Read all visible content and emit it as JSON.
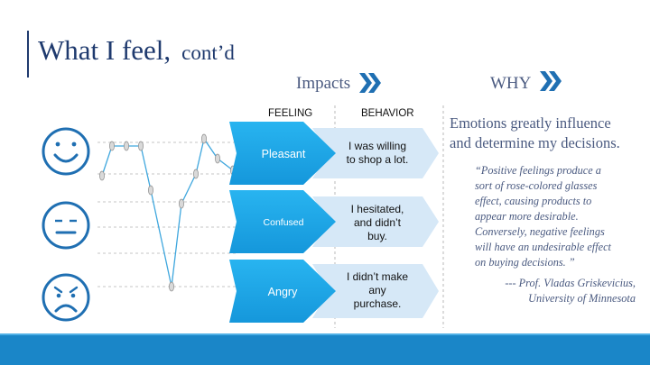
{
  "title": {
    "main": "What I feel,",
    "sub": "cont’d"
  },
  "headers": {
    "impacts": "Impacts",
    "why": "WHY"
  },
  "columns": {
    "feeling": "FEELING",
    "behavior": "BEHAVIOR"
  },
  "rows": [
    {
      "face": "happy-face-icon",
      "feeling": "Pleasant",
      "behavior": [
        "I was willing",
        "to shop a lot."
      ]
    },
    {
      "face": "neutral-face-icon",
      "feeling": "Confused",
      "behavior": [
        "I hesitated,",
        "and didn’t",
        "buy."
      ]
    },
    {
      "face": "angry-face-icon",
      "feeling": "Angry",
      "behavior": [
        "I didn’t make",
        "any",
        "purchase."
      ]
    }
  ],
  "why": {
    "lines": [
      "Emotions greatly influence",
      "and determine my decisions."
    ],
    "quote_lines": [
      "“Positive feelings produce a",
      "sort of rose-colored glasses",
      "effect, causing products to",
      "appear more desirable.",
      "Conversely, negative feelings",
      "will have an undesirable effect",
      "on buying decisions. ”"
    ],
    "attribution": [
      "--- Prof. Vladas Griskevicius,",
      "University of Minnesota"
    ]
  },
  "colors": {
    "title": "#1f3a6e",
    "chevron_feeling": "#1ea6e6",
    "chevron_behavior": "#d6e8f7",
    "icon": "#1f6fb2",
    "band": "#1a86c8"
  }
}
